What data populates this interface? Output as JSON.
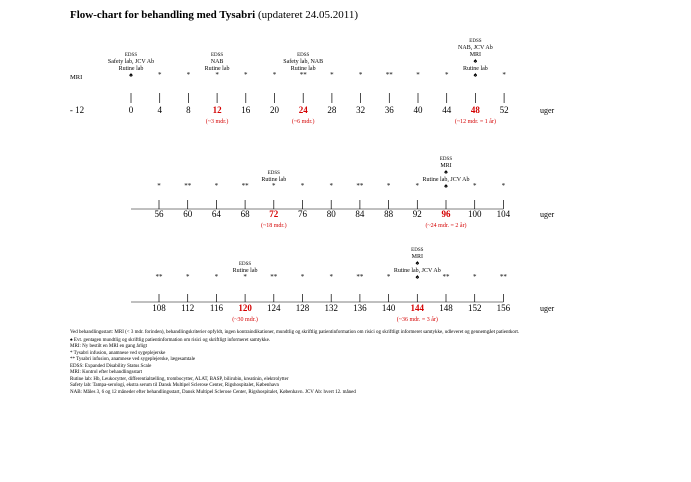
{
  "title": {
    "bold": "Flow-chart for behandling med Tysabri",
    "normal": " (updateret 24.05.2011)"
  },
  "mri_label": "MRI",
  "unit": "uger",
  "rows": [
    {
      "baseline": "- 12",
      "ticks": [
        {
          "week": "0",
          "mark": "♠",
          "labels": [
            "EDSS",
            "Safety lab, JCV Ab",
            "Rutine lab"
          ]
        },
        {
          "week": "4",
          "mark": "*"
        },
        {
          "week": "8",
          "mark": "*"
        },
        {
          "week": "12",
          "mark": "*",
          "red": true,
          "sub": "(~3 mdr.)",
          "labels": [
            "EDSS",
            "NAB",
            "Rutine lab"
          ]
        },
        {
          "week": "16",
          "mark": "*"
        },
        {
          "week": "20",
          "mark": "*"
        },
        {
          "week": "24",
          "mark": "**",
          "red": true,
          "sub": "(~6 mdr.)",
          "labels": [
            "EDSS",
            "Safety lab, NAB",
            "Rutine lab"
          ]
        },
        {
          "week": "28",
          "mark": "*"
        },
        {
          "week": "32",
          "mark": "*"
        },
        {
          "week": "36",
          "mark": "**"
        },
        {
          "week": "40",
          "mark": "*"
        },
        {
          "week": "44",
          "mark": "*"
        },
        {
          "week": "48",
          "mark": "♠",
          "red": true,
          "sub": "(~12 mdr. = 1 år)",
          "labels": [
            "EDSS",
            "NAB, JCV Ab",
            "MRI",
            "♠",
            "Rutine lab"
          ]
        },
        {
          "week": "52",
          "mark": "*"
        }
      ]
    },
    {
      "ticks": [
        {
          "week": "56",
          "mark": "*"
        },
        {
          "week": "60",
          "mark": "**"
        },
        {
          "week": "64",
          "mark": "*"
        },
        {
          "week": "68",
          "mark": "**"
        },
        {
          "week": "72",
          "mark": "*",
          "red": true,
          "sub": "(~18 mdr.)",
          "labels": [
            "EDSS",
            "Rutine lab"
          ]
        },
        {
          "week": "76",
          "mark": "*"
        },
        {
          "week": "80",
          "mark": "*"
        },
        {
          "week": "84",
          "mark": "**"
        },
        {
          "week": "88",
          "mark": "*"
        },
        {
          "week": "92",
          "mark": "*"
        },
        {
          "week": "96",
          "mark": "♠",
          "red": true,
          "sub": "(~24 mdr. = 2 år)",
          "labels": [
            "EDSS",
            "MRI",
            "♠",
            "Rutine lab, JCV Ab"
          ]
        },
        {
          "week": "100",
          "mark": "*"
        },
        {
          "week": "104",
          "mark": "*"
        }
      ]
    },
    {
      "ticks": [
        {
          "week": "108",
          "mark": "**"
        },
        {
          "week": "112",
          "mark": "*"
        },
        {
          "week": "116",
          "mark": "*"
        },
        {
          "week": "120",
          "mark": "*",
          "red": true,
          "sub": "(~30 mdr.)",
          "labels": [
            "EDSS",
            "Rutine lab"
          ]
        },
        {
          "week": "124",
          "mark": "**"
        },
        {
          "week": "128",
          "mark": "*"
        },
        {
          "week": "132",
          "mark": "*"
        },
        {
          "week": "136",
          "mark": "**"
        },
        {
          "week": "140",
          "mark": "*"
        },
        {
          "week": "144",
          "mark": "♠",
          "red": true,
          "sub": "(~36 mdr. = 3 år)",
          "labels": [
            "EDSS",
            "MRI",
            "♠",
            "Rutine lab, JCV Ab"
          ]
        },
        {
          "week": "148",
          "mark": "**"
        },
        {
          "week": "152",
          "mark": "*"
        },
        {
          "week": "156",
          "mark": "**"
        }
      ]
    }
  ],
  "notes": [
    "Ved behandlingsstart: MRI (< 3 mdr. forinden), behandlingskriterier opfyldt, ingen kontraindikationer, mundtlig og skriftlig patientinformation om risici og skriftligt informeret samtykke, udleveret og gennemgået patientkort.",
    "♠ Evt. gentagen mundtlig og skriftlig patientinformation om risici og skriftligt informeret samtykke.",
    "MRI: Ny bestilt en MRI en gang årligt",
    "*   Tysabri infusion, anamnese ved sygeplejerske",
    "**  Tysabri infusion, anamnese ved sygeplejerske, lægesamtale",
    "EDSS: Expanded Disability Status Scale",
    "MRI: Kontrol efter behandlingsstart",
    "Rutine lab: Hb, Leukocytter, differentialtælling, trombocytter, ALAT, BASP, bilirubin, kreatinin, elektrolytter",
    "Safety lab: Tampa-serologi, ekstra serum til Dansk Multipel Sclerose Center, Rigshospitalet, København",
    "NAB: Måles 3, 6 og 12 måneder efter behandlingsstart, Dansk Multipel Sclerose Center, Rigshospitalet, København. JCV Ab: hvert 12. måned"
  ]
}
